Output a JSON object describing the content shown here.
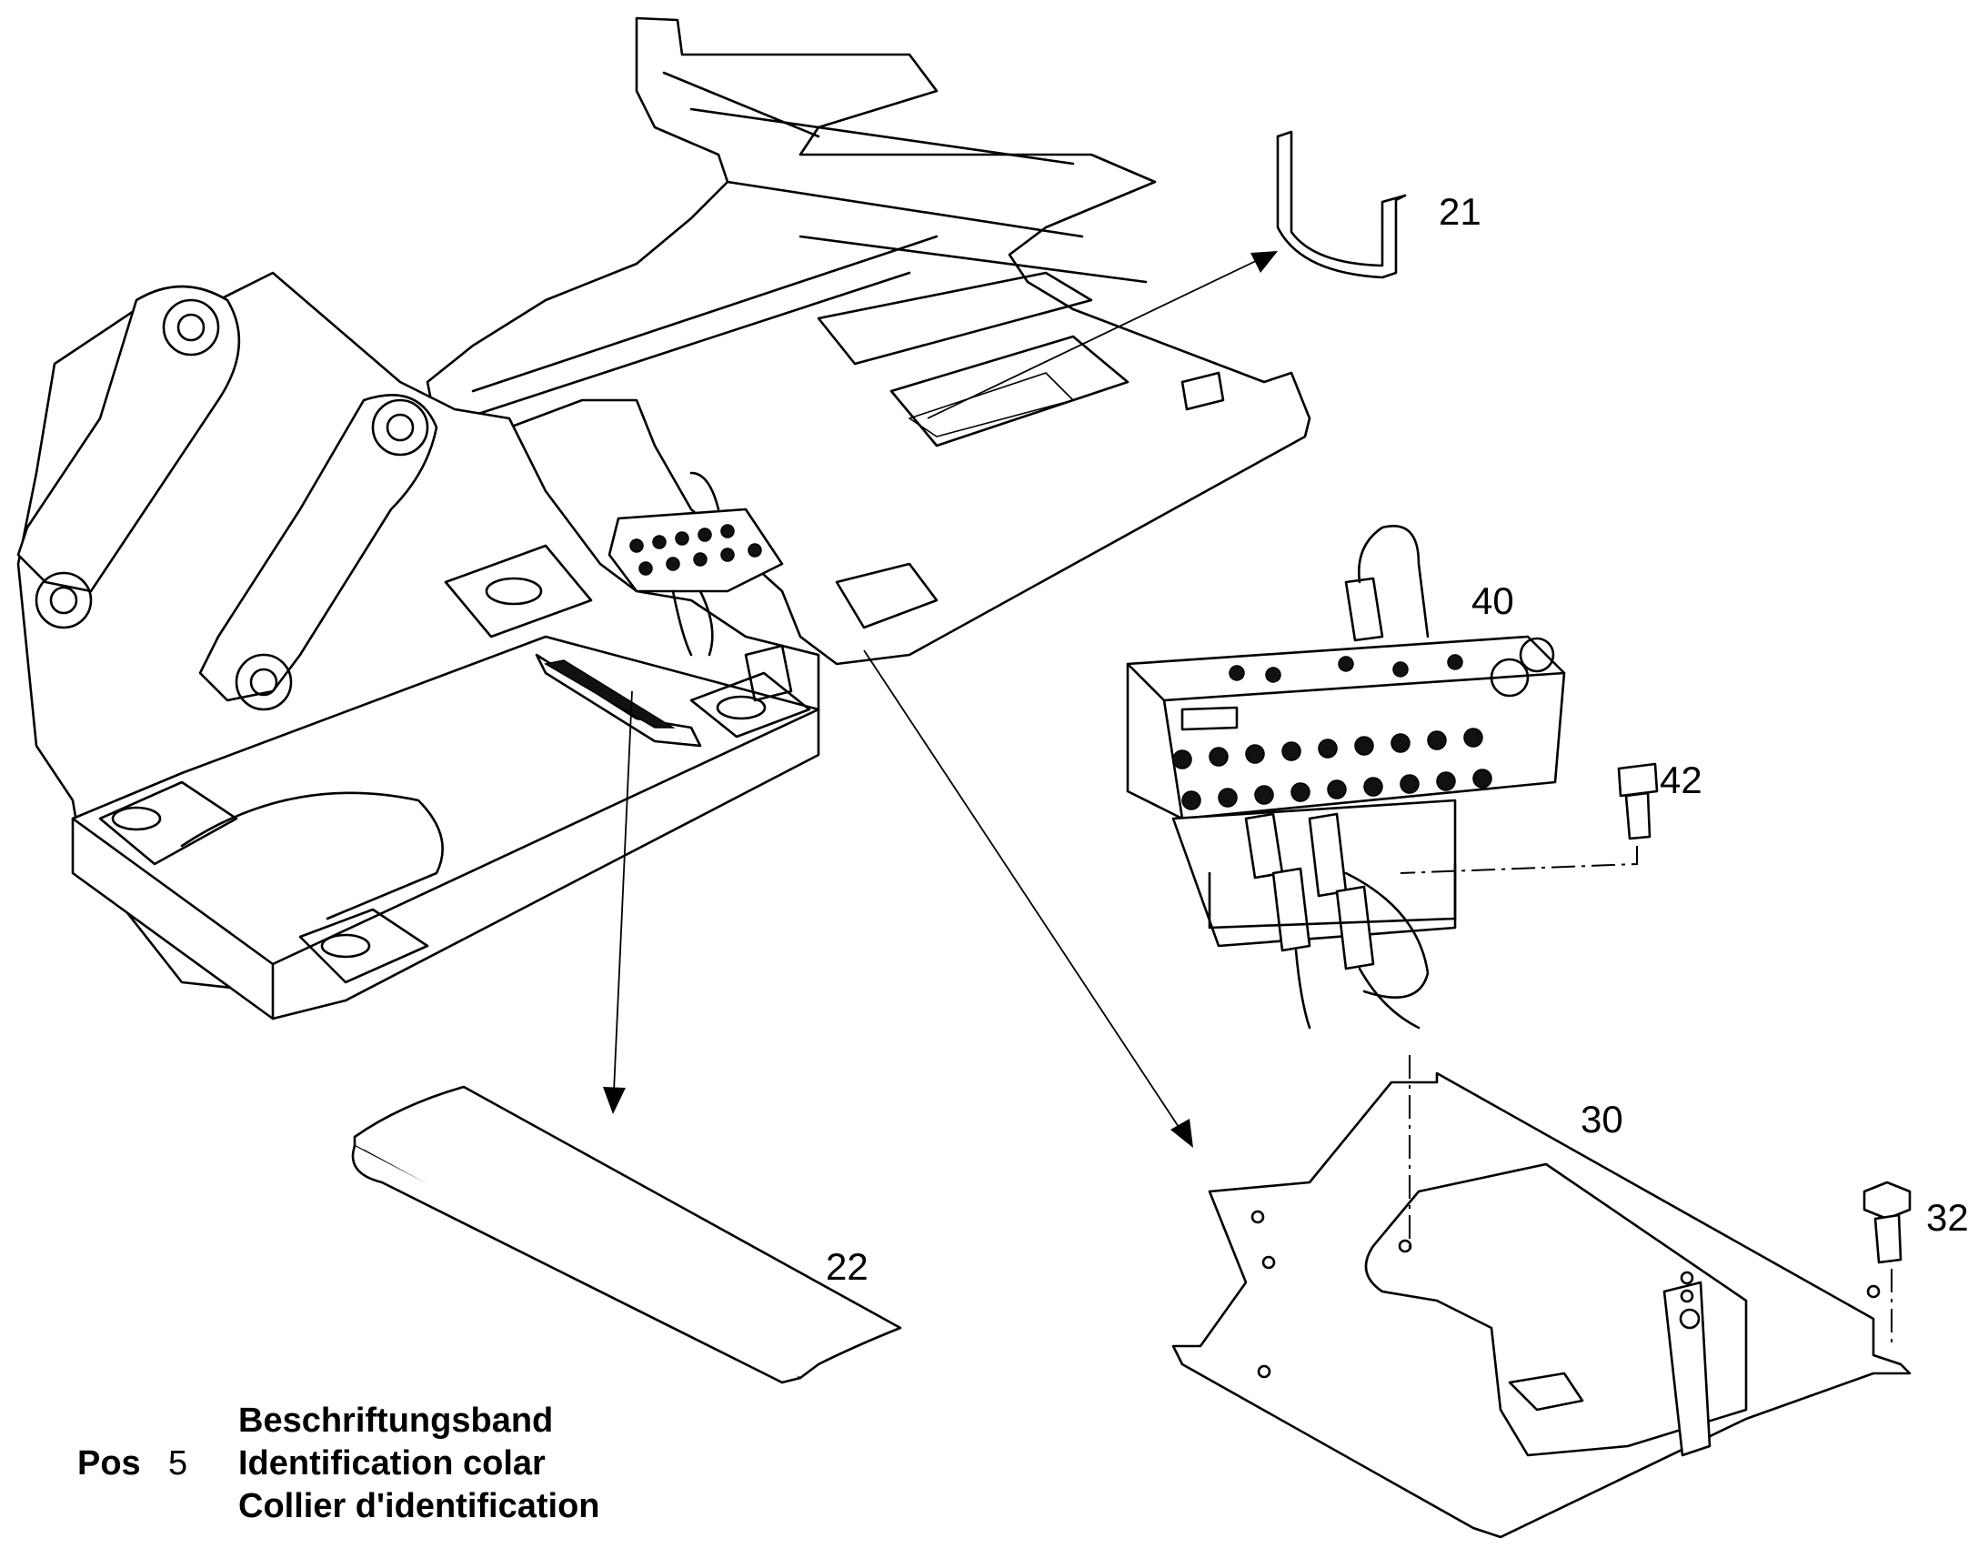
{
  "callouts": [
    {
      "id": "21",
      "label": "21"
    },
    {
      "id": "40",
      "label": "40"
    },
    {
      "id": "42",
      "label": "42"
    },
    {
      "id": "30",
      "label": "30"
    },
    {
      "id": "32",
      "label": "32"
    },
    {
      "id": "22",
      "label": "22"
    }
  ],
  "legend": {
    "pos_label": "Pos",
    "pos_number": "5",
    "line_de": "Beschriftungsband",
    "line_en": "Identification colar",
    "line_fr": "Collier d'identification"
  },
  "colors": {
    "ink": "#000000",
    "paper": "#ffffff"
  }
}
